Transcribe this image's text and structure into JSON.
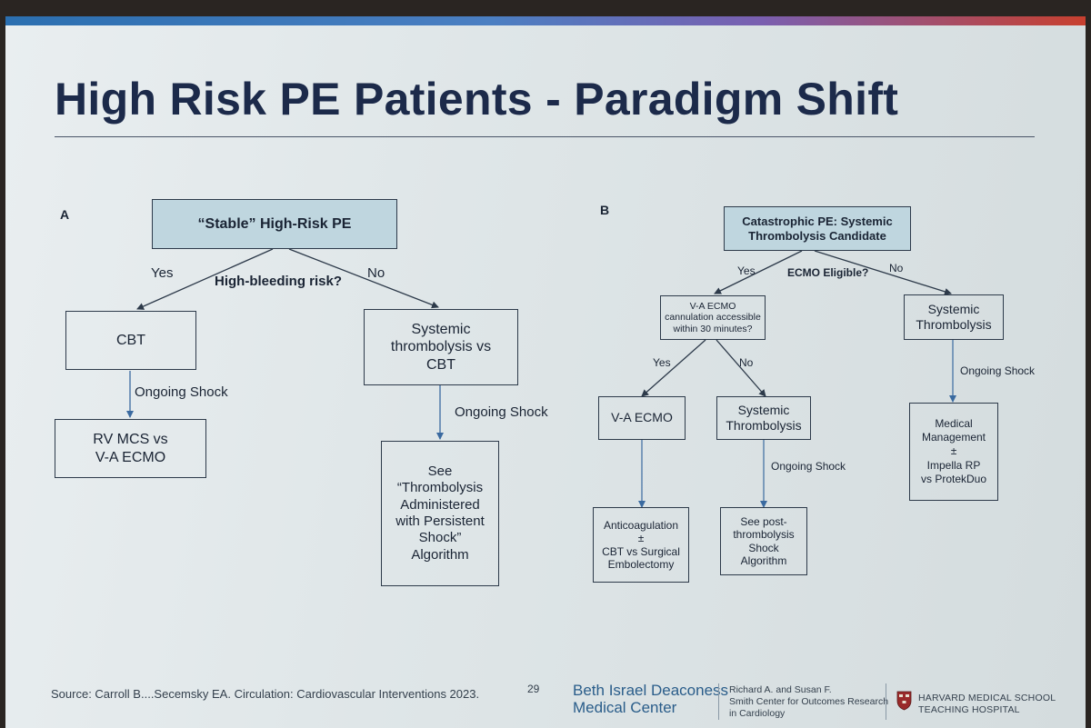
{
  "title": "High Risk PE Patients - Paradigm Shift",
  "panel_a": {
    "letter": "A",
    "top_box": "“Stable” High-Risk PE",
    "question": "High-bleeding risk?",
    "yes": "Yes",
    "no": "No",
    "cbt": "CBT",
    "ongoing_shock_left": "Ongoing Shock",
    "rv_mcs_lines": [
      "RV MCS vs",
      "V-A ECMO"
    ],
    "systemic_lines": [
      "Systemic",
      "thrombolysis vs",
      "CBT"
    ],
    "ongoing_shock_right": "Ongoing Shock",
    "see_lines": [
      "See",
      "“Thrombolysis",
      "Administered",
      "with Persistent",
      "Shock”",
      "Algorithm"
    ]
  },
  "panel_b": {
    "letter": "B",
    "top_box_lines": [
      "Catastrophic PE: Systemic",
      "Thrombolysis  Candidate"
    ],
    "question": "ECMO Eligible?",
    "yes": "Yes",
    "no": "No",
    "vaecmo_q_lines": [
      "V-A ECMO",
      "cannulation accessible",
      "within 30 minutes?"
    ],
    "systemic_right_lines": [
      "Systemic",
      "Thrombolysis"
    ],
    "yes2": "Yes",
    "no2": "No",
    "vaecmo": "V-A ECMO",
    "systemic_mid_lines": [
      "Systemic",
      "Thrombolysis"
    ],
    "ongoing_shock_mid": "Ongoing Shock",
    "ongoing_shock_right": "Ongoing Shock",
    "anticoag_lines": [
      "Anticoagulation",
      "±",
      "CBT vs Surgical",
      "Embolectomy"
    ],
    "post_lines": [
      "See post-",
      "thrombolysis",
      "Shock",
      "Algorithm"
    ],
    "medical_lines": [
      "Medical",
      "Management",
      "±",
      "Impella RP",
      "vs ProtekDuo"
    ]
  },
  "footer": {
    "source": "Source: Carroll B....Secemsky EA. Circulation: Cardiovascular Interventions 2023.",
    "page": "29",
    "bidmc_lines": [
      "Beth Israel Deaconess",
      "Medical Center"
    ],
    "smith_lines": [
      "Richard A. and Susan F.",
      "Smith Center for Outcomes Research",
      "in Cardiology"
    ],
    "harvard_lines": [
      "HARVARD MEDICAL SCHOOL",
      "TEACHING HOSPITAL"
    ]
  },
  "colors": {
    "title": "#1c2a4a",
    "shaded_box": "#bfd6df",
    "arrow": "#2d3a4a"
  }
}
